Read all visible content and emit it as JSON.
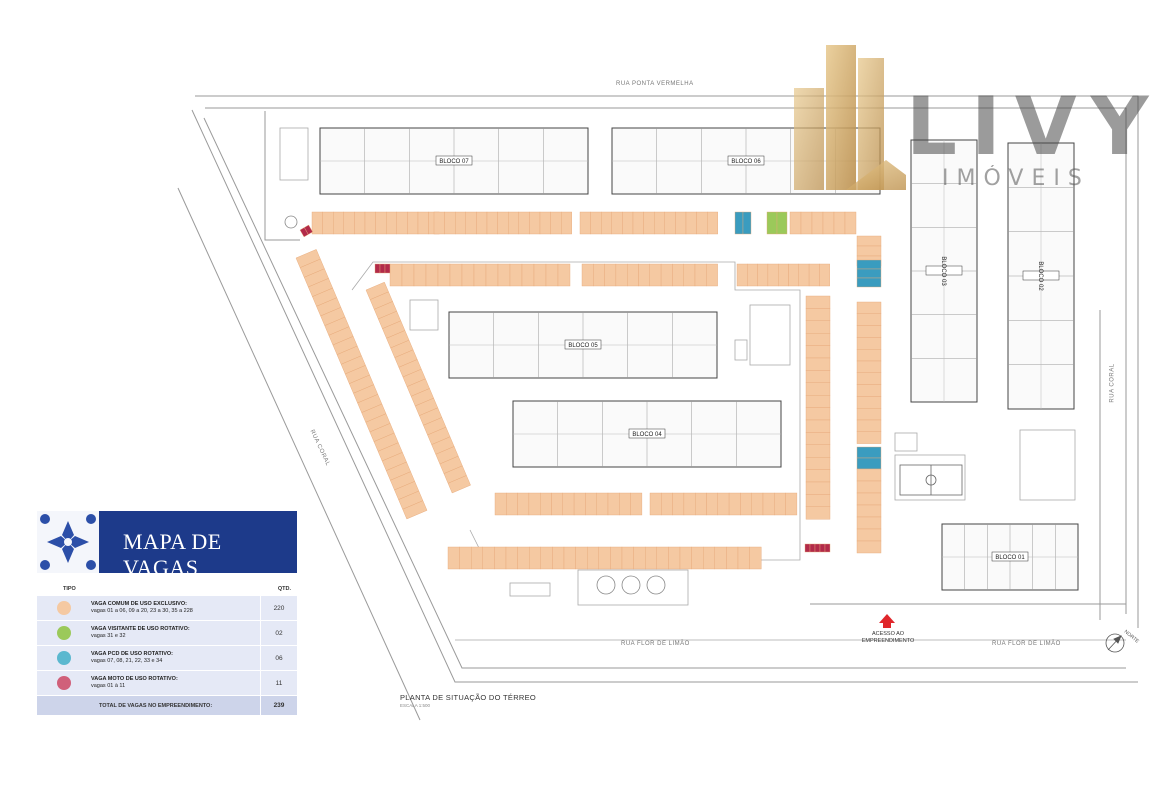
{
  "logo": {
    "word": "LIVY",
    "sub": "IMÓVEIS"
  },
  "streets": [
    {
      "id": "north",
      "label": "RUA PONTA VERMELHA"
    },
    {
      "id": "south-1",
      "label": "RUA FLOR DE LIMÃO"
    },
    {
      "id": "south-2",
      "label": "RUA FLOR DE LIMÃO"
    },
    {
      "id": "east",
      "label": "RUA CORAL"
    },
    {
      "id": "west",
      "label": "RUA CORAL"
    }
  ],
  "blocks": [
    "BLOCO 07",
    "BLOCO 06",
    "BLOCO 05",
    "BLOCO 04",
    "BLOCO 03",
    "BLOCO 02",
    "BLOCO 01"
  ],
  "access_label": [
    "ACESSO AO",
    "EMPREENDIMENTO"
  ],
  "compass_label": "NORTE",
  "plan": {
    "title": "PLANTA DE SITUAÇÃO DO TÉRREO",
    "scale": "ESCALA 1:500"
  },
  "legend": {
    "title": "MAPA DE VAGAS",
    "col_type": "TIPO",
    "col_qty": "QTD.",
    "rows": [
      {
        "label": "VAGA COMUM DE USO EXCLUSIVO:",
        "detail": "vagas 01 a 06, 09 a 20, 23 a 30, 35 a 228",
        "qty": "220",
        "color": "#f5c9a2"
      },
      {
        "label": "VAGA VISITANTE DE USO ROTATIVO:",
        "detail": "vagas 31 e 32",
        "qty": "02",
        "color": "#9bc95a"
      },
      {
        "label": "VAGA PCD DE USO ROTATIVO:",
        "detail": "vagas 07, 08, 21, 22, 33 e 34",
        "qty": "06",
        "color": "#5bb8cf"
      },
      {
        "label": "VAGA MOTO DE USO ROTATIVO:",
        "detail": "vagas 01 à 11",
        "qty": "11",
        "color": "#d0607a"
      }
    ],
    "total_label": "TOTAL DE VAGAS NO EMPREENDIMENTO:",
    "total_qty": "239"
  },
  "colors": {
    "common": "#f5c9a2",
    "visitor": "#9bc95a",
    "pcd": "#3a9cbf",
    "moto": "#b22a4a",
    "line": "#555555",
    "accent": "#1d3a8a"
  }
}
